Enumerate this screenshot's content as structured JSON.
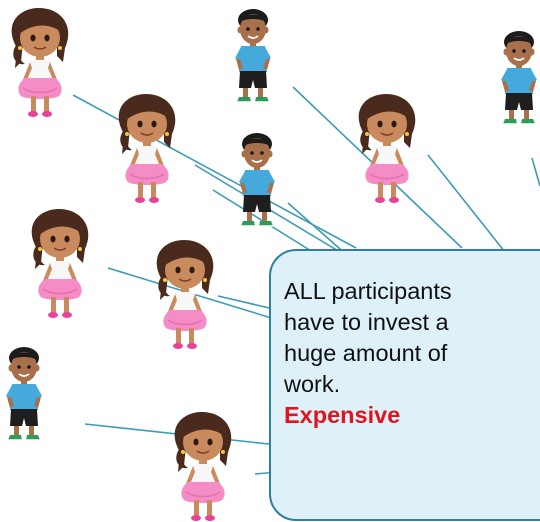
{
  "callout": {
    "lines": [
      "ALL participants",
      "have to invest a",
      "huge amount of",
      "work."
    ],
    "verdict": "Expensive"
  },
  "colors": {
    "connector": "#3b9cb4",
    "callout_fill": "#dff1f8",
    "callout_border": "#2e7fa2",
    "verdict": "#e0141e",
    "boy_shirt": "#45a9dc",
    "girl_skirt": "#f48cc6"
  },
  "participants": [
    {
      "kind": "girl"
    },
    {
      "kind": "boy"
    },
    {
      "kind": "boy"
    },
    {
      "kind": "girl"
    },
    {
      "kind": "girl"
    },
    {
      "kind": "boy"
    },
    {
      "kind": "girl"
    },
    {
      "kind": "girl"
    },
    {
      "kind": "boy"
    },
    {
      "kind": "girl"
    }
  ]
}
